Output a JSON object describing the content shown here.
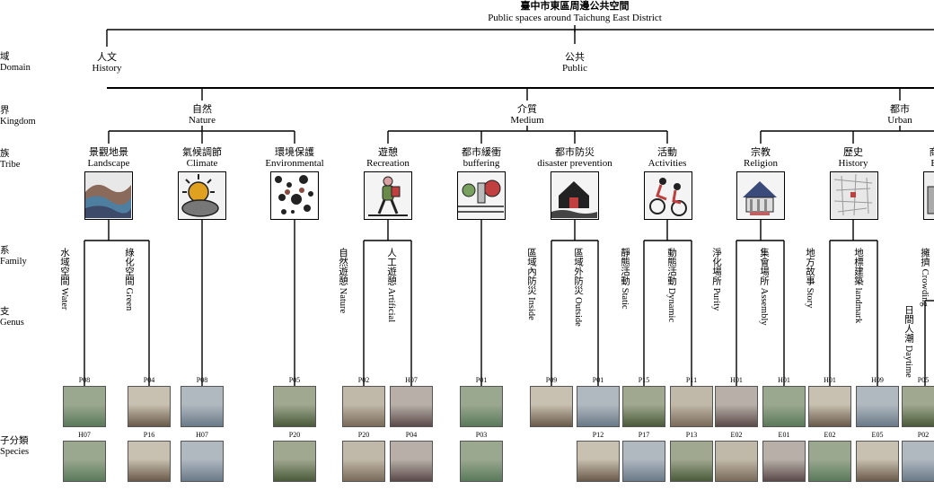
{
  "title": {
    "zh": "臺中市東區周邊公共空間",
    "en": "Public spaces around Taichung East District"
  },
  "levels": [
    {
      "zh": "域",
      "en": "Domain"
    },
    {
      "zh": "界",
      "en": "Kingdom"
    },
    {
      "zh": "族",
      "en": "Tribe"
    },
    {
      "zh": "系",
      "en": "Family"
    },
    {
      "zh": "支",
      "en": "Genus"
    },
    {
      "zh": "子分類",
      "en": "Species"
    }
  ],
  "domains": [
    {
      "zh": "人文",
      "en": "History"
    },
    {
      "zh": "公共",
      "en": "Public"
    }
  ],
  "kingdoms": [
    {
      "zh": "自然",
      "en": "Nature"
    },
    {
      "zh": "介質",
      "en": "Medium"
    },
    {
      "zh": "都市",
      "en": "Urban"
    }
  ],
  "tribes": [
    {
      "zh": "景觀地景",
      "en": "Landscape",
      "icon": "landscape-icon"
    },
    {
      "zh": "氣候調節",
      "en": "Climate",
      "icon": "climate-icon"
    },
    {
      "zh": "環境保護",
      "en": "Environmental",
      "icon": "environment-icon"
    },
    {
      "zh": "遊憩",
      "en": "Recreation",
      "icon": "recreation-icon"
    },
    {
      "zh": "都市緩衝",
      "en": "buffering",
      "icon": "buffering-icon"
    },
    {
      "zh": "都市防災",
      "en": "disaster prevention",
      "icon": "disaster-icon"
    },
    {
      "zh": "活動",
      "en": "Activities",
      "icon": "activities-icon"
    },
    {
      "zh": "宗教",
      "en": "Religion",
      "icon": "religion-icon"
    },
    {
      "zh": "歷史",
      "en": "History",
      "icon": "history-icon"
    },
    {
      "zh": "商",
      "en": "B",
      "icon": "business-icon"
    }
  ],
  "families": [
    {
      "zh": "水域空間",
      "en": "Water"
    },
    {
      "zh": "綠化空間",
      "en": "Green"
    },
    {
      "zh": "自然遊憩",
      "en": "Nature"
    },
    {
      "zh": "人工遊憩",
      "en": "Artificial"
    },
    {
      "zh": "區域內防災",
      "en": "Inside"
    },
    {
      "zh": "區域外防災",
      "en": "Outside"
    },
    {
      "zh": "靜態活動",
      "en": "Static"
    },
    {
      "zh": "動態活動",
      "en": "Dynamic"
    },
    {
      "zh": "淨化場所",
      "en": "Purity"
    },
    {
      "zh": "集會場所",
      "en": "Assembly"
    },
    {
      "zh": "地方故事",
      "en": "Story"
    },
    {
      "zh": "地標建築",
      "en": "landmark"
    },
    {
      "zh": "擁擠",
      "en": "Crowding"
    }
  ],
  "genus": [
    {
      "zh": "日間人潮",
      "en": "Daytime"
    }
  ],
  "species_row1": [
    "P08",
    "P04",
    "P08",
    "P05",
    "P02",
    "H07",
    "P01",
    "P09",
    "P01",
    "P15",
    "P11",
    "H01",
    "H01",
    "H01",
    "H09",
    "P05"
  ],
  "species_row2": [
    "H07",
    "P16",
    "H07",
    "P20",
    "P20",
    "P04",
    "P03",
    "P12",
    "P17",
    "P13",
    "E02",
    "E01",
    "E02",
    "E05",
    "P02"
  ]
}
